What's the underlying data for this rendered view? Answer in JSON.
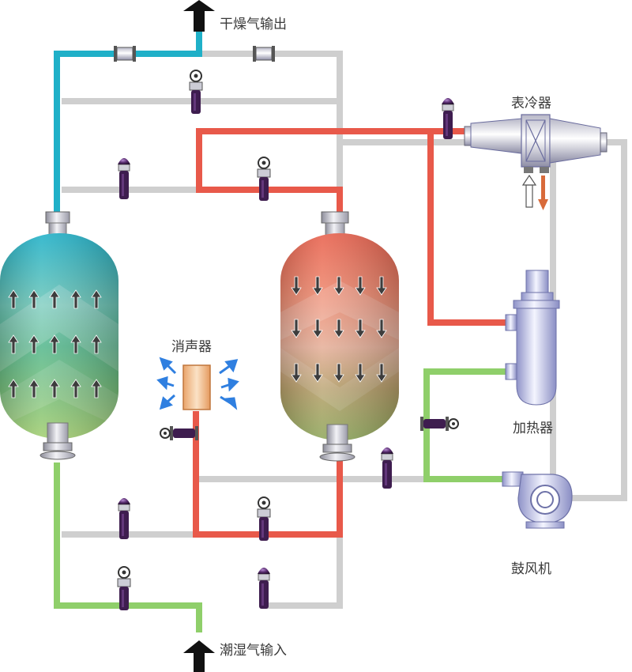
{
  "labels": {
    "dry_air_output": "干燥气输出",
    "surface_cooler": "表冷器",
    "silencer": "消声器",
    "heater": "加热器",
    "blower": "鼓风机",
    "wet_air_input": "潮湿气输入"
  },
  "colors": {
    "dry_pipe": "#1fb0c8",
    "hot_pipe": "#e8594a",
    "wet_pipe": "#8fcf6a",
    "idle_pipe": "#cfcfcf",
    "valve_purple": "#3e1d4f",
    "arrow_blue": "#2f7fe0"
  }
}
